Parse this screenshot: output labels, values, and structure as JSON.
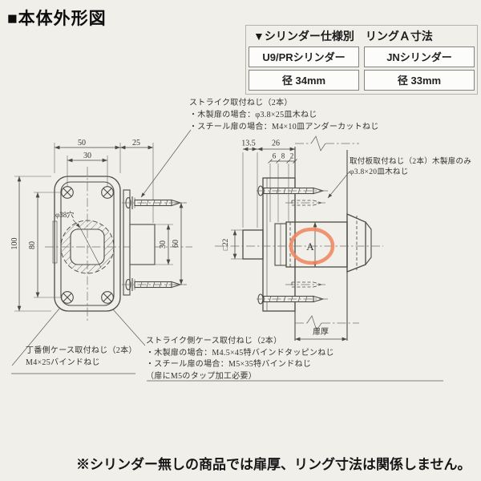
{
  "page": {
    "title": "■本体外形図",
    "footnote": "※シリンダー無しの商品では扉厚、リング寸法は関係しません。"
  },
  "spec_table": {
    "header": "▼シリンダー仕様別　リングＡ寸法",
    "columns": [
      {
        "name": "U9/PRシリンダー",
        "value": "径 34mm"
      },
      {
        "name": "JNシリンダー",
        "value": "径 33mm"
      }
    ]
  },
  "callouts": {
    "strike_screw": [
      "ストライク取付ねじ（2本）",
      "・木製扉の場合：φ3.8×25皿木ねじ",
      "・スチール扉の場合：M4×10皿アンダーカットねじ"
    ],
    "plate_screw": [
      "取付板取付ねじ（2本）木製扉のみ",
      "φ3.8×20皿木ねじ"
    ],
    "hinge_side_screw": [
      "丁番側ケース取付ねじ（2本）",
      "M4×25バインドねじ"
    ],
    "strike_side_screw": [
      "ストライク側ケース取付ねじ（2本）",
      "・木製扉の場合：M4.5×45特バインドタッピンねじ",
      "・スチール扉の場合：M5×35特バインドねじ",
      "（扉にM5のタップ加工必要）"
    ]
  },
  "dims": {
    "front_width": "50",
    "screw_span_h": "30",
    "offset_right": "25",
    "front_height": "100",
    "screw_span_v": "80",
    "case_depth": "30",
    "screw_span_side": "60",
    "backset_135": "13.5",
    "depth_26": "26",
    "d6": "6",
    "d8": "8",
    "d2": "2",
    "square_22": "□22",
    "ring_a": "A",
    "door_thickness": "扉厚",
    "hole": "φ38穴"
  },
  "colors": {
    "line": "#4b4c41",
    "highlight": "#ef8660",
    "background": "#f0efea"
  }
}
